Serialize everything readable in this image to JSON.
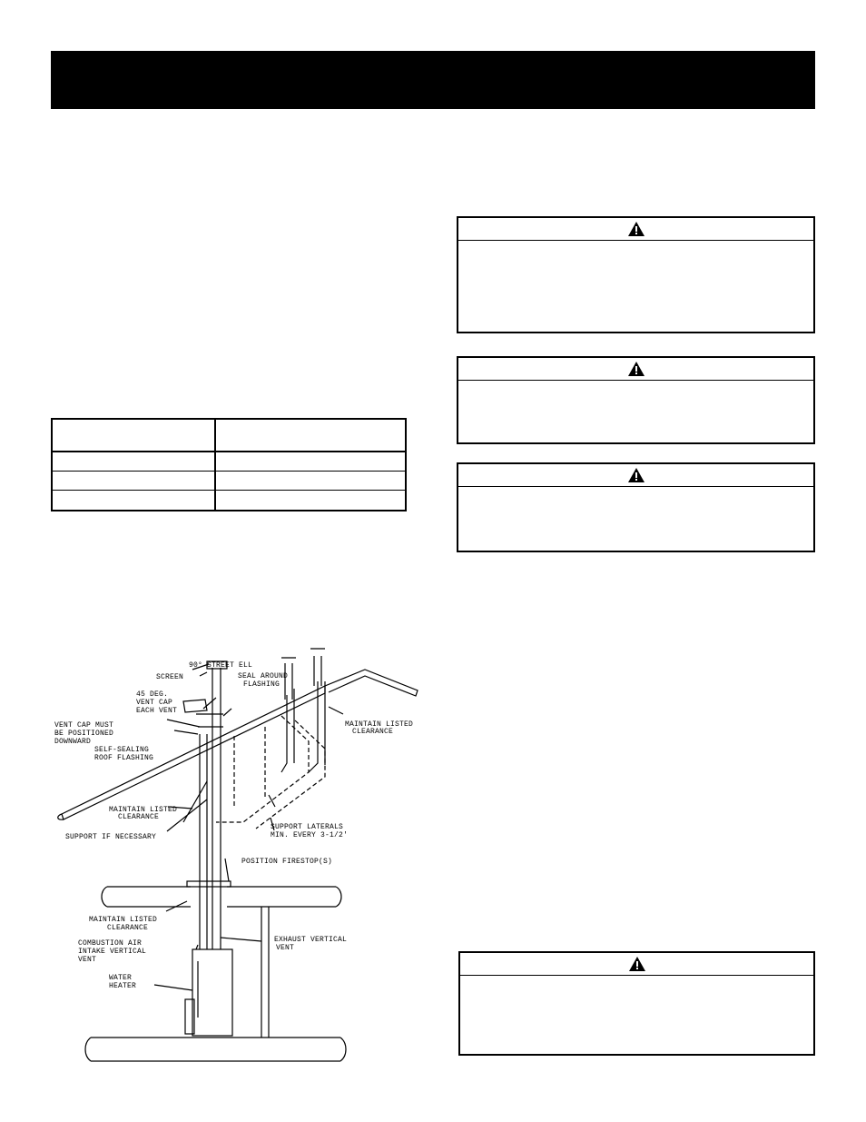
{
  "diagram": {
    "labels": {
      "street_ell": "90° STREET ELL",
      "screen": "SCREEN",
      "seal_around_1": "SEAL AROUND",
      "seal_around_2": "FLASHING",
      "vent_cap_45_1": "45 DEG.",
      "vent_cap_45_2": "VENT CAP",
      "vent_cap_45_3": "EACH VENT",
      "vent_cap_must_1": "VENT CAP MUST",
      "vent_cap_must_2": "BE POSITIONED",
      "vent_cap_must_3": "DOWNWARD",
      "self_sealing_1": "SELF-SEALING",
      "self_sealing_2": "ROOF FLASHING",
      "maintain_right_1": "MAINTAIN LISTED",
      "maintain_right_2": "CLEARANCE",
      "maintain_mid_1": "MAINTAIN LISTED",
      "maintain_mid_2": "CLEARANCE",
      "support_if_necessary": "SUPPORT IF NECESSARY",
      "support_laterals_1": "SUPPORT LATERALS",
      "support_laterals_2": "MIN. EVERY 3-1/2'",
      "position_firestop": "POSITION FIRESTOP(S)",
      "maintain_low_1": "MAINTAIN LISTED",
      "maintain_low_2": "CLEARANCE",
      "combustion_1": "COMBUSTION AIR",
      "combustion_2": "INTAKE VERTICAL",
      "combustion_3": "VENT",
      "exhaust_1": "EXHAUST VERTICAL",
      "exhaust_2": "VENT",
      "water_heater_1": "WATER",
      "water_heater_2": "HEATER"
    }
  },
  "icons": {
    "warning": "warning-triangle-icon"
  },
  "colors": {
    "header_bar": "#000000",
    "background": "#ffffff"
  }
}
